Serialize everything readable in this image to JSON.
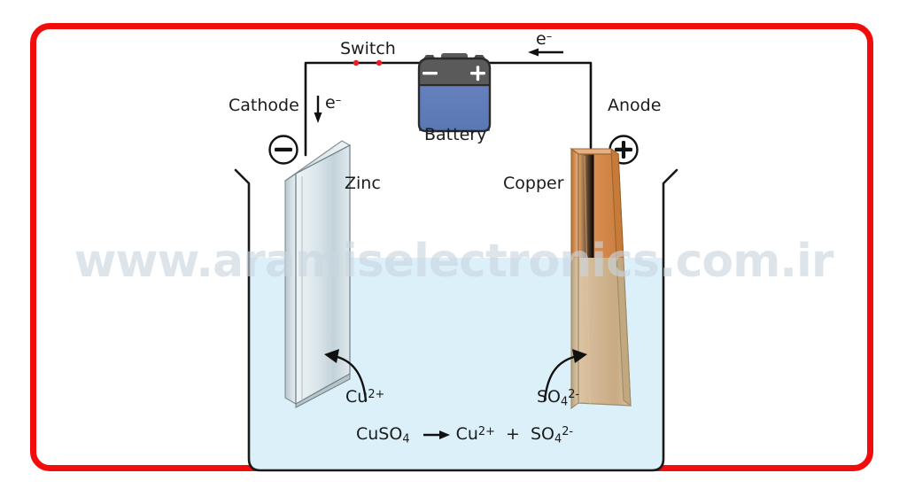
{
  "figure": {
    "title_watermark": "www.aramiselectronics.com.ir",
    "border_color": "#f20d0d",
    "electrolyte_color": "#dcf0f9",
    "battery_body_color": "#5d7cb9",
    "battery_cap_color": "#5a5a5a",
    "copper_color": "#d98f4e",
    "zinc_color": "#cdd8dd",
    "switch_dot_color": "#ee1c25"
  },
  "labels": {
    "switch": "Switch",
    "battery": "Battery",
    "cathode": "Cathode",
    "anode": "Anode",
    "zinc": "Zinc",
    "copper": "Copper",
    "electron_top_right": "e",
    "electron_top_right_charge": "–",
    "electron_left": "e",
    "electron_left_charge": "–",
    "minus_terminal": "–",
    "plus_terminal": "+",
    "cathode_sign": "minus-circle",
    "anode_sign": "plus-circle"
  },
  "ions": {
    "cation": {
      "formula": "Cu",
      "charge": "2+",
      "direction": "toward-zinc-cathode"
    },
    "anion": {
      "formula": "SO",
      "sub": "4",
      "charge": "2-",
      "direction": "toward-copper-anode"
    }
  },
  "equation": {
    "reactant": "CuSO",
    "reactant_sub": "4",
    "arrow": "⟶",
    "product1": "Cu",
    "product1_charge": "2+",
    "plus": "+",
    "product2": "SO",
    "product2_sub": "4",
    "product2_charge": "2-",
    "full_text": "CuSO4 → Cu2+ + SO4 2-"
  },
  "icons": {
    "switch_icon": "switch-contacts",
    "battery_icon": "battery-cell",
    "down_arrow_icon": "arrow-down",
    "left_arrow_icon": "arrow-left",
    "cation_arrow_icon": "curved-arrow-left",
    "anion_arrow_icon": "curved-arrow-right",
    "beaker_icon": "beaker-outline"
  }
}
